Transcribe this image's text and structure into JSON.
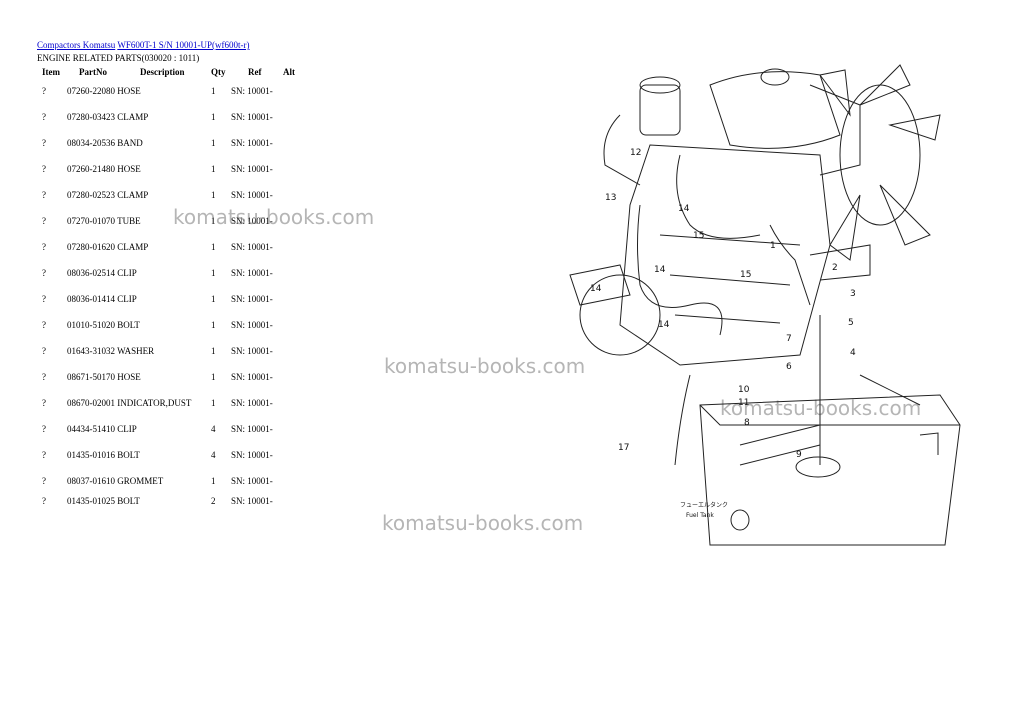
{
  "breadcrumb": {
    "link1": "Compactors Komatsu",
    "link2": "WF600T-1 S/N 10001-UP(wf600t-r)"
  },
  "subtitle": "ENGINE RELATED PARTS(030020 : 1011)",
  "table": {
    "headers": {
      "item": "Item",
      "partno": "PartNo",
      "description": "Description",
      "qty": "Qty",
      "ref": "Ref",
      "alt": "Alt"
    },
    "rows": [
      {
        "item": "?",
        "part": "07260-22080 HOSE",
        "qty": "1",
        "ref": "SN: 10001-"
      },
      {
        "item": "?",
        "part": "07280-03423 CLAMP",
        "qty": "1",
        "ref": "SN: 10001-"
      },
      {
        "item": "?",
        "part": "08034-20536 BAND",
        "qty": "1",
        "ref": "SN: 10001-"
      },
      {
        "item": "?",
        "part": "07260-21480 HOSE",
        "qty": "1",
        "ref": "SN: 10001-"
      },
      {
        "item": "?",
        "part": "07280-02523 CLAMP",
        "qty": "1",
        "ref": "SN: 10001-"
      },
      {
        "item": "?",
        "part": "07270-01070 TUBE",
        "qty": "1",
        "ref": "SN: 10001-"
      },
      {
        "item": "?",
        "part": "07280-01620 CLAMP",
        "qty": "1",
        "ref": "SN: 10001-"
      },
      {
        "item": "?",
        "part": "08036-02514 CLIP",
        "qty": "1",
        "ref": "SN: 10001-"
      },
      {
        "item": "?",
        "part": "08036-01414 CLIP",
        "qty": "1",
        "ref": "SN: 10001-"
      },
      {
        "item": "?",
        "part": "01010-51020 BOLT",
        "qty": "1",
        "ref": "SN: 10001-"
      },
      {
        "item": "?",
        "part": "01643-31032 WASHER",
        "qty": "1",
        "ref": "SN: 10001-"
      },
      {
        "item": "?",
        "part": "08671-50170 HOSE",
        "qty": "1",
        "ref": "SN: 10001-"
      },
      {
        "item": "?",
        "part": "08670-02001 INDICATOR,DUST",
        "qty": "1",
        "ref": "SN: 10001-"
      },
      {
        "item": "?",
        "part": "04434-51410 CLIP",
        "qty": "4",
        "ref": "SN: 10001-"
      },
      {
        "item": "?",
        "part": "01435-01016 BOLT",
        "qty": "4",
        "ref": "SN: 10001-"
      },
      {
        "item": "?",
        "part": "08037-01610 GROMMET",
        "qty": "1",
        "ref": "SN: 10001-"
      },
      {
        "item": "?",
        "part": "01435-01025 BOLT",
        "qty": "2",
        "ref": "SN: 10001-"
      }
    ]
  },
  "watermarks": [
    "komatsu-books.com",
    "komatsu-books.com",
    "komatsu-books.com",
    "komatsu-books.com"
  ],
  "diagram": {
    "callouts": [
      "12",
      "13",
      "14",
      "15",
      "14",
      "15",
      "14",
      "14",
      "1",
      "2",
      "3",
      "5",
      "7",
      "4",
      "6",
      "10",
      "11",
      "8",
      "9",
      "17"
    ],
    "tank_label": "Fuel Tank",
    "tank_label_jp": "フューエルタンク"
  }
}
